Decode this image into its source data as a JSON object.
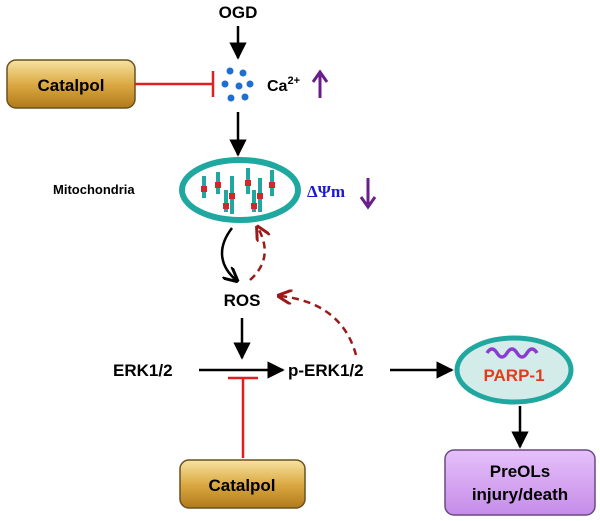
{
  "nodes": {
    "ogd": "OGD",
    "catalpol_top": "Catalpol",
    "calcium_base": "Ca",
    "calcium_sup": "2+",
    "mitochondria": "Mitochondria",
    "membrane_potential": "ΔΨm",
    "ros": "ROS",
    "erk": "ERK1/2",
    "p_erk": "p-ERK1/2",
    "parp": "PARP-1",
    "outcome_line1": "PreOLs",
    "outcome_line2": "injury/death",
    "catalpol_bottom": "Catalpol"
  },
  "colors": {
    "catalpol_fill": "#d8a33a",
    "inhibit_line": "#e02020",
    "mito_outer": "#20a8a0",
    "mito_cristae": "#20a8a0",
    "mito_dot": "#d02828",
    "calcium_dots": "#1e6fd0",
    "trend_arrow": "#6a1e8a",
    "membrane_potential_text": "#1a1ad0",
    "feedback_arrow": "#9a1a1a",
    "parp_text": "#e63a1a",
    "parp_wave": "#8a3cd0",
    "outcome_fill": "#d9a8f0"
  },
  "indicators": {
    "calcium_trend": "up",
    "membrane_potential_trend": "down"
  }
}
